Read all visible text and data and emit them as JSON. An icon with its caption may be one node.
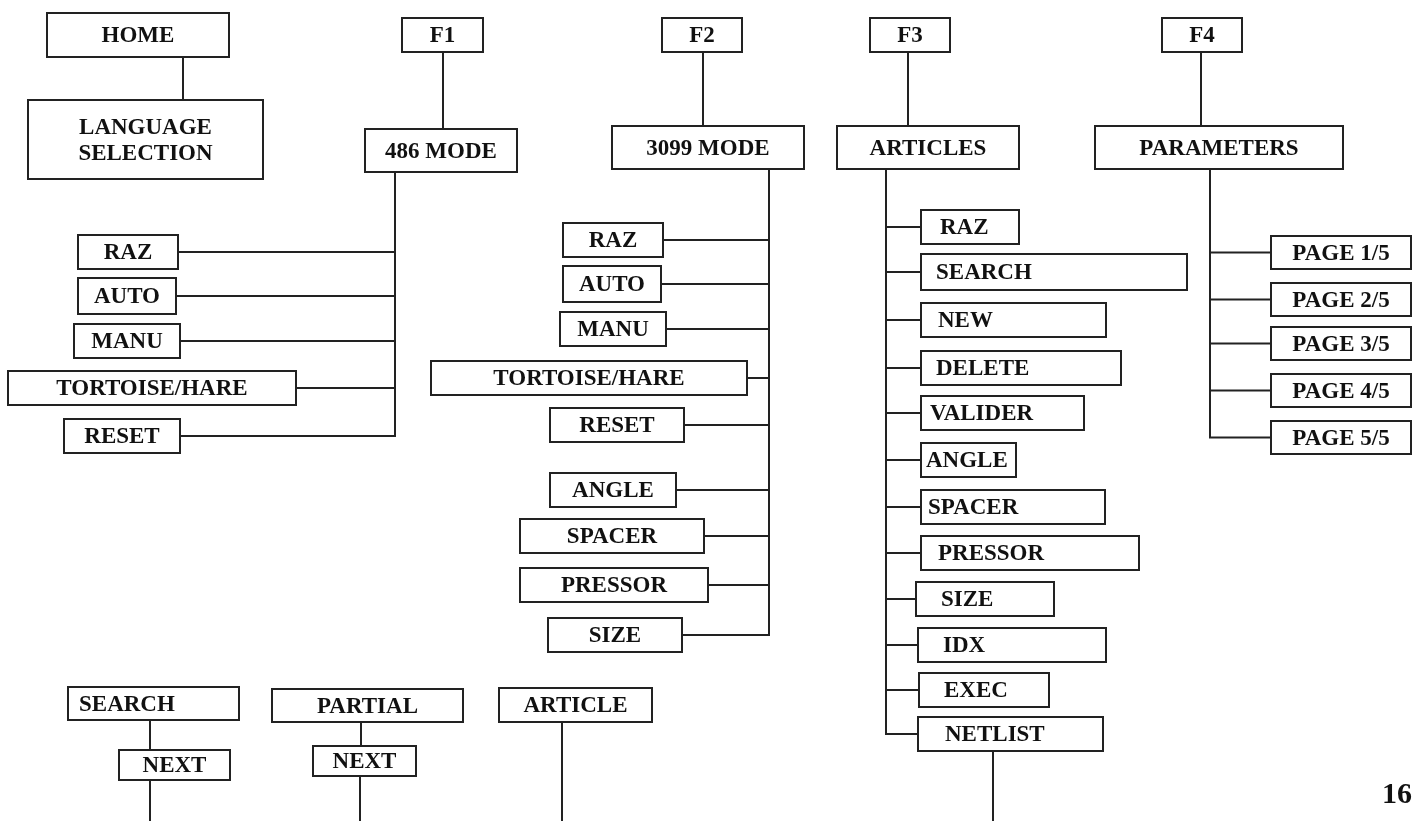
{
  "diagram": {
    "nodes": [
      {
        "text": [
          "HOME"
        ]
      },
      {
        "text": [
          "LANGUAGE SELECTION"
        ]
      },
      {
        "text": [
          "F1"
        ]
      },
      {
        "text": [
          "486 MODE"
        ]
      },
      {
        "text": [
          "F2"
        ]
      },
      {
        "text": [
          "3099 MODE"
        ]
      },
      {
        "text": [
          "F3"
        ]
      },
      {
        "text": [
          "ARTICLES"
        ]
      },
      {
        "text": [
          "F4"
        ]
      },
      {
        "text": [
          "PARAMETERS"
        ]
      },
      {
        "text": [
          "RAZ"
        ]
      },
      {
        "text": [
          "AUTO"
        ]
      },
      {
        "text": [
          "MANU"
        ]
      },
      {
        "text": [
          "TORTOISE/HARE"
        ]
      },
      {
        "text": [
          "RESET"
        ]
      },
      {
        "text": [
          "RAZ"
        ]
      },
      {
        "text": [
          "AUTO"
        ]
      },
      {
        "text": [
          "MANU"
        ]
      },
      {
        "text": [
          "TORTOISE/HARE"
        ]
      },
      {
        "text": [
          "RESET"
        ]
      },
      {
        "text": [
          "ANGLE"
        ]
      },
      {
        "text": [
          "SPACER"
        ]
      },
      {
        "text": [
          "PRESSOR"
        ]
      },
      {
        "text": [
          "SIZE"
        ]
      },
      {
        "text": [
          "RAZ"
        ]
      },
      {
        "text": [
          "SEARCH"
        ]
      },
      {
        "text": [
          "NEW"
        ]
      },
      {
        "text": [
          "DELETE"
        ]
      },
      {
        "text": [
          "VALIDER"
        ]
      },
      {
        "text": [
          "ANGLE"
        ]
      },
      {
        "text": [
          "SPACER"
        ]
      },
      {
        "text": [
          "PRESSOR"
        ]
      },
      {
        "text": [
          "SIZE"
        ]
      },
      {
        "text": [
          "IDX"
        ]
      },
      {
        "text": [
          "EXEC"
        ]
      },
      {
        "text": [
          "NETLIST"
        ]
      },
      {
        "text": [
          "PAGE 1/5"
        ]
      },
      {
        "text": [
          "PAGE 2/5"
        ]
      },
      {
        "text": [
          "PAGE 3/5"
        ]
      },
      {
        "text": [
          "PAGE 4/5"
        ]
      },
      {
        "text": [
          "PAGE 5/5"
        ]
      },
      {
        "text": [
          "SEARCH"
        ]
      },
      {
        "text": [
          "NEXT"
        ]
      },
      {
        "text": [
          "PARTIAL"
        ]
      },
      {
        "text": [
          "NEXT"
        ]
      },
      {
        "text": [
          "ARTICLE"
        ]
      }
    ],
    "edges": [
      {
        "from": 0,
        "to": 1,
        "arrow": "none"
      },
      {
        "from": 2,
        "to": 3,
        "arrow": "none"
      },
      {
        "from": 4,
        "to": 5,
        "arrow": "none"
      },
      {
        "from": 6,
        "to": 7,
        "arrow": "none"
      },
      {
        "from": 8,
        "to": 9,
        "arrow": "none"
      },
      {
        "from": 3,
        "to": 10,
        "arrow": "none"
      },
      {
        "from": 3,
        "to": 11,
        "arrow": "none"
      },
      {
        "from": 3,
        "to": 12,
        "arrow": "none"
      },
      {
        "from": 3,
        "to": 13,
        "arrow": "none"
      },
      {
        "from": 3,
        "to": 14,
        "arrow": "none"
      },
      {
        "from": 5,
        "to": 15,
        "arrow": "none"
      },
      {
        "from": 5,
        "to": 16,
        "arrow": "none"
      },
      {
        "from": 5,
        "to": 17,
        "arrow": "none"
      },
      {
        "from": 5,
        "to": 18,
        "arrow": "none"
      },
      {
        "from": 5,
        "to": 19,
        "arrow": "none"
      },
      {
        "from": 5,
        "to": 20,
        "arrow": "none"
      },
      {
        "from": 5,
        "to": 21,
        "arrow": "none"
      },
      {
        "from": 5,
        "to": 22,
        "arrow": "none"
      },
      {
        "from": 5,
        "to": 23,
        "arrow": "none"
      },
      {
        "from": 7,
        "to": 24,
        "arrow": "none"
      },
      {
        "from": 7,
        "to": 25,
        "arrow": "none"
      },
      {
        "from": 7,
        "to": 26,
        "arrow": "none"
      },
      {
        "from": 7,
        "to": 27,
        "arrow": "none"
      },
      {
        "from": 7,
        "to": 28,
        "arrow": "none"
      },
      {
        "from": 7,
        "to": 29,
        "arrow": "none"
      },
      {
        "from": 7,
        "to": 30,
        "arrow": "none"
      },
      {
        "from": 7,
        "to": 31,
        "arrow": "none"
      },
      {
        "from": 7,
        "to": 32,
        "arrow": "none"
      },
      {
        "from": 7,
        "to": 33,
        "arrow": "none"
      },
      {
        "from": 7,
        "to": 34,
        "arrow": "none"
      },
      {
        "from": 7,
        "to": 35,
        "arrow": "none"
      },
      {
        "from": 9,
        "to": 36,
        "arrow": "none"
      },
      {
        "from": 9,
        "to": 37,
        "arrow": "none"
      },
      {
        "from": 9,
        "to": 38,
        "arrow": "none"
      },
      {
        "from": 9,
        "to": 39,
        "arrow": "none"
      },
      {
        "from": 9,
        "to": 40,
        "arrow": "none"
      },
      {
        "from": 41,
        "to": 42,
        "arrow": "none"
      },
      {
        "from": 43,
        "to": 44,
        "arrow": "none"
      },
      {
        "from": 42,
        "to": null,
        "arrow": "none"
      },
      {
        "from": 44,
        "to": null,
        "arrow": "none"
      },
      {
        "from": 45,
        "to": null,
        "arrow": "none"
      },
      {
        "from": 35,
        "to": null,
        "arrow": "none"
      }
    ],
    "labels": [
      "16"
    ]
  }
}
